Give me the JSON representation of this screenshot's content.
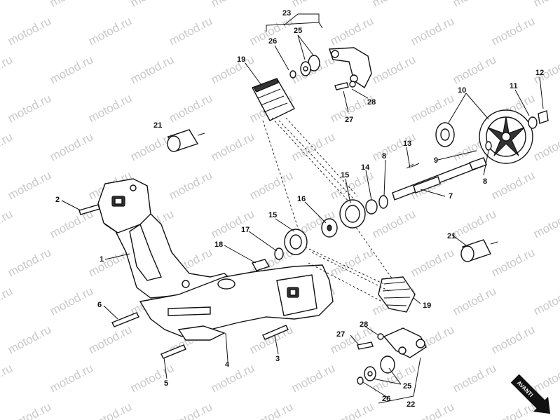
{
  "watermark": "motod.ru",
  "callouts": [
    "1",
    "2",
    "3",
    "4",
    "5",
    "6",
    "7",
    "8",
    "9",
    "10",
    "11",
    "12",
    "13",
    "14",
    "15",
    "16",
    "17",
    "18",
    "19",
    "21",
    "22",
    "23",
    "25",
    "26",
    "27",
    "28"
  ],
  "labels": [
    {
      "id": "c23",
      "text": "23"
    },
    {
      "id": "c26a",
      "text": "26"
    },
    {
      "id": "c25a",
      "text": "25"
    },
    {
      "id": "c19a",
      "text": "19"
    },
    {
      "id": "c28a",
      "text": "28"
    },
    {
      "id": "c27a",
      "text": "27"
    },
    {
      "id": "c12",
      "text": "12"
    },
    {
      "id": "c10",
      "text": "10"
    },
    {
      "id": "c11",
      "text": "11"
    },
    {
      "id": "c21a",
      "text": "21"
    },
    {
      "id": "c13",
      "text": "13"
    },
    {
      "id": "c9",
      "text": "9"
    },
    {
      "id": "c8a",
      "text": "8"
    },
    {
      "id": "c14",
      "text": "14"
    },
    {
      "id": "c15a",
      "text": "15"
    },
    {
      "id": "c8b",
      "text": "8"
    },
    {
      "id": "c7",
      "text": "7"
    },
    {
      "id": "c2",
      "text": "2"
    },
    {
      "id": "c16",
      "text": "16"
    },
    {
      "id": "c15b",
      "text": "15"
    },
    {
      "id": "c17",
      "text": "17"
    },
    {
      "id": "c21b",
      "text": "21"
    },
    {
      "id": "c18",
      "text": "18"
    },
    {
      "id": "c1",
      "text": "1"
    },
    {
      "id": "c19b",
      "text": "19"
    },
    {
      "id": "c6",
      "text": "6"
    },
    {
      "id": "c28b",
      "text": "28"
    },
    {
      "id": "c27b",
      "text": "27"
    },
    {
      "id": "c3",
      "text": "3"
    },
    {
      "id": "c4",
      "text": "4"
    },
    {
      "id": "c5",
      "text": "5"
    },
    {
      "id": "c25b",
      "text": "25"
    },
    {
      "id": "c26b",
      "text": "26"
    },
    {
      "id": "c22",
      "text": "22"
    }
  ],
  "front_marker": "AVANTI"
}
